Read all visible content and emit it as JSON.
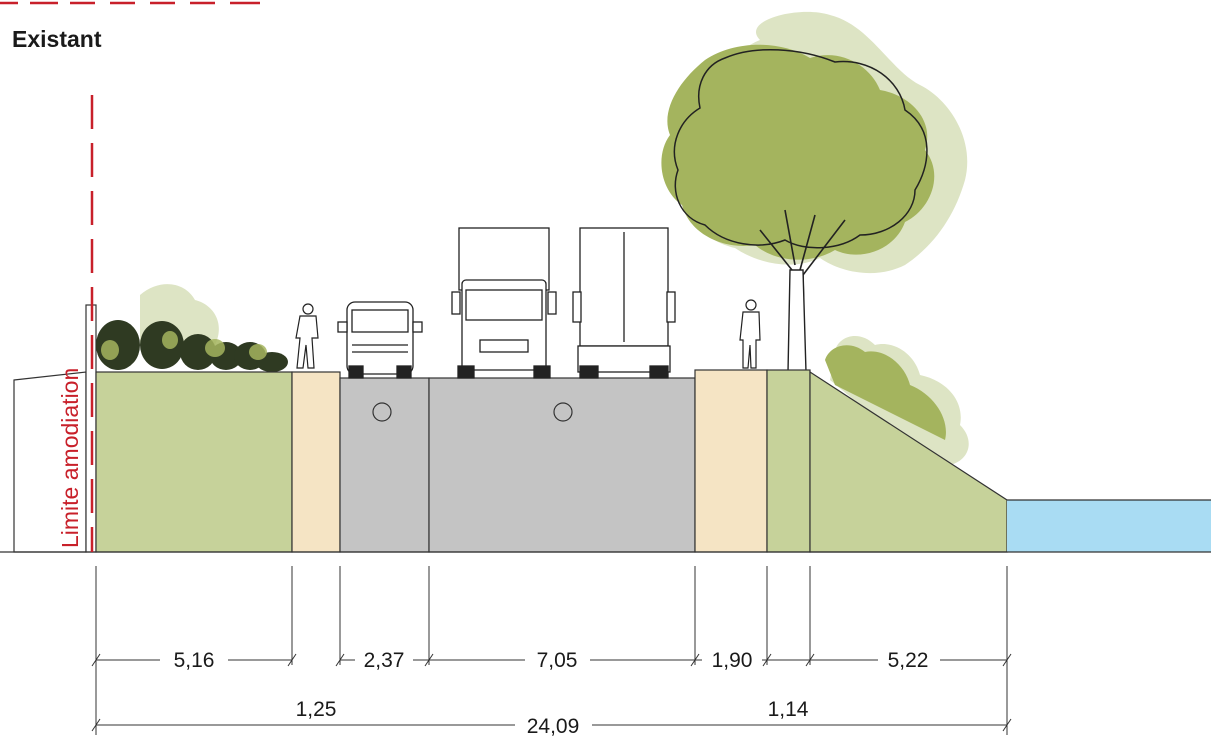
{
  "section_title": "Existant",
  "limit_label": "Limite amodiation",
  "colors": {
    "grass": "#c6d29a",
    "sidewalk": "#f5e4c4",
    "road": "#c4c4c4",
    "water": "#a9dcf3",
    "tree_dark": "#a4b45e",
    "tree_light": "#dde4c4",
    "limit_line": "#c8202a"
  },
  "dimensions": {
    "segments": [
      "5,16",
      "2,37",
      "7,05",
      "1,90",
      "5,22"
    ],
    "sub": [
      "1,25",
      "1,14"
    ],
    "total": "24,09"
  }
}
